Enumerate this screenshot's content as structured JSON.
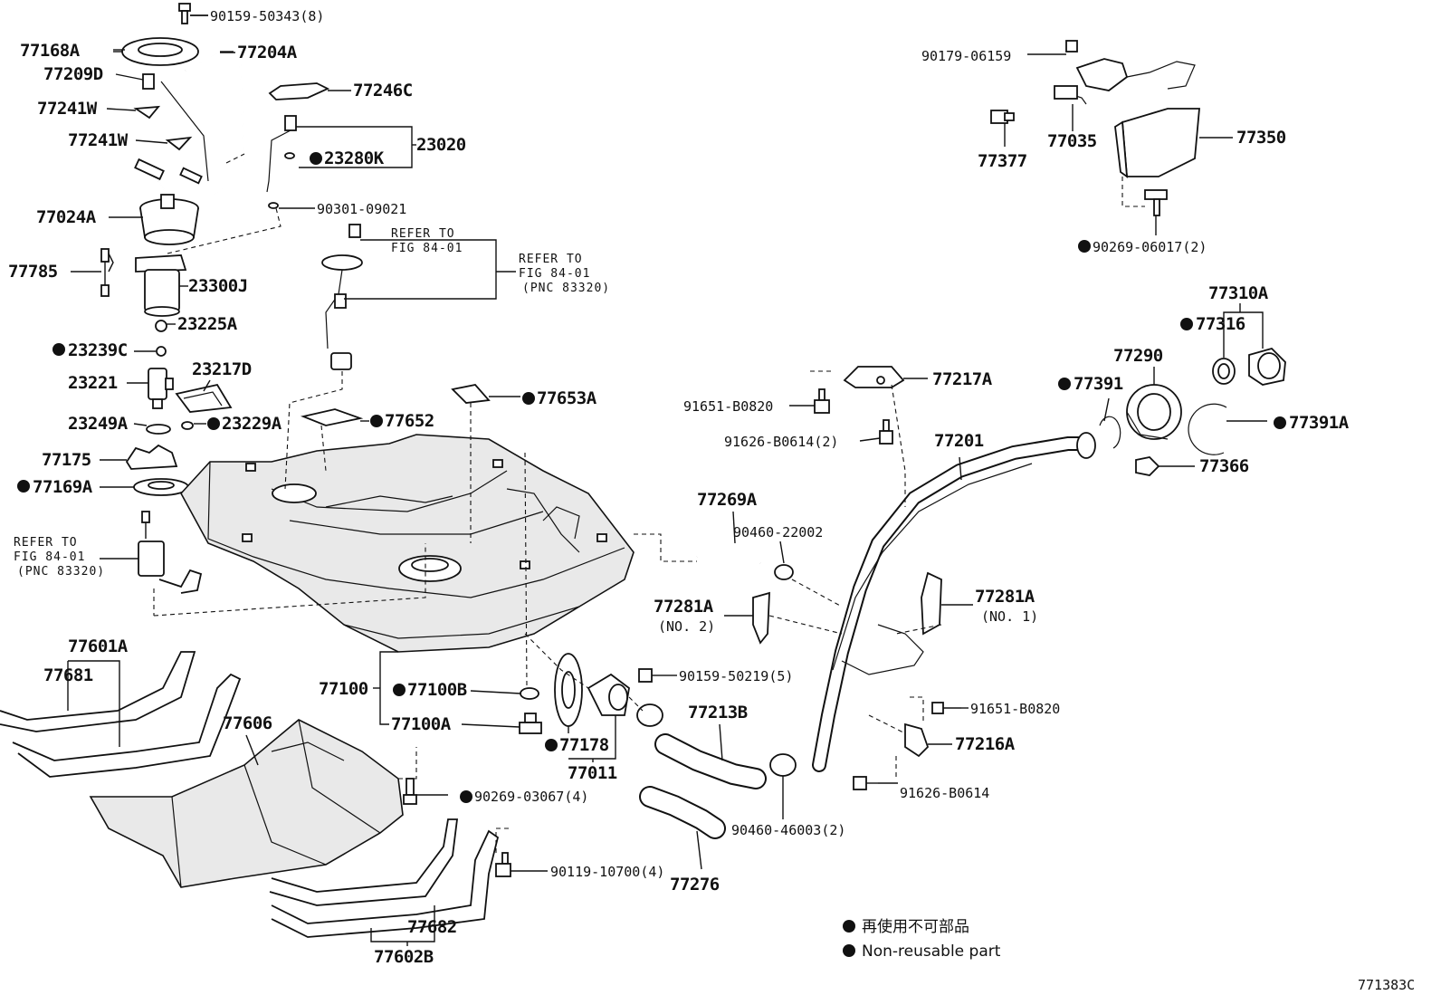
{
  "parts": {
    "p90159_50343": "90159-50343(8)",
    "p77168A": "77168A",
    "p77204A": "77204A",
    "p77209D": "77209D",
    "p77246C": "77246C",
    "p77241W_a": "77241W",
    "p77241W_b": "77241W",
    "p23020": "23020",
    "p23280K": "23280K",
    "p90301_09021": "90301-09021",
    "p77024A": "77024A",
    "p77785": "77785",
    "p23300J": "23300J",
    "p23225A": "23225A",
    "p23239C": "23239C",
    "p23221": "23221",
    "p23217D": "23217D",
    "p23249A": "23249A",
    "p23229A": "23229A",
    "p77175": "77175",
    "p77169A": "77169A",
    "p77652": "77652",
    "p77653A": "77653A",
    "p90179_06159": "90179-06159",
    "p77377": "77377",
    "p77035": "77035",
    "p77350": "77350",
    "p90269_06017": "90269-06017(2)",
    "p77310A": "77310A",
    "p77316": "77316",
    "p77290": "77290",
    "p77391": "77391",
    "p77391A": "77391A",
    "p77366": "77366",
    "p77217A": "77217A",
    "p91651_B0820_a": "91651-B0820",
    "p91626_B0614_2": "91626-B0614(2)",
    "p77201": "77201",
    "p77269A": "77269A",
    "p90460_22002": "90460-22002",
    "p77281A_2": "77281A",
    "p77281A_2_sub": "(NO. 2)",
    "p77281A_1": "77281A",
    "p77281A_1_sub": "(NO. 1)",
    "p90159_50219": "90159-50219(5)",
    "p91651_B0820_b": "91651-B0820",
    "p77216A": "77216A",
    "p91626_B0614": "91626-B0614",
    "p77213B": "77213B",
    "p90460_46003": "90460-46003(2)",
    "p77276": "77276",
    "p77100": "77100",
    "p77100B": "77100B",
    "p77100A": "77100A",
    "p77178": "77178",
    "p77011": "77011",
    "p77601A": "77601A",
    "p77681": "77681",
    "p77606": "77606",
    "p90269_03067": "90269-03067(4)",
    "p90119_10700": "90119-10700(4)",
    "p77682": "77682",
    "p77602B": "77602B"
  },
  "refs": {
    "a_line1": "REFER TO",
    "a_line2": "FIG 84-01",
    "b_line1": "REFER TO",
    "b_line2": "FIG 84-01",
    "b_line3": "(PNC 83320)",
    "c_line1": "REFER TO",
    "c_line2": "FIG 84-01",
    "c_line3": "(PNC 83320)"
  },
  "legend": {
    "japanese": "再使用不可部品",
    "english": "Non-reusable part"
  },
  "figure_id": "771383C"
}
